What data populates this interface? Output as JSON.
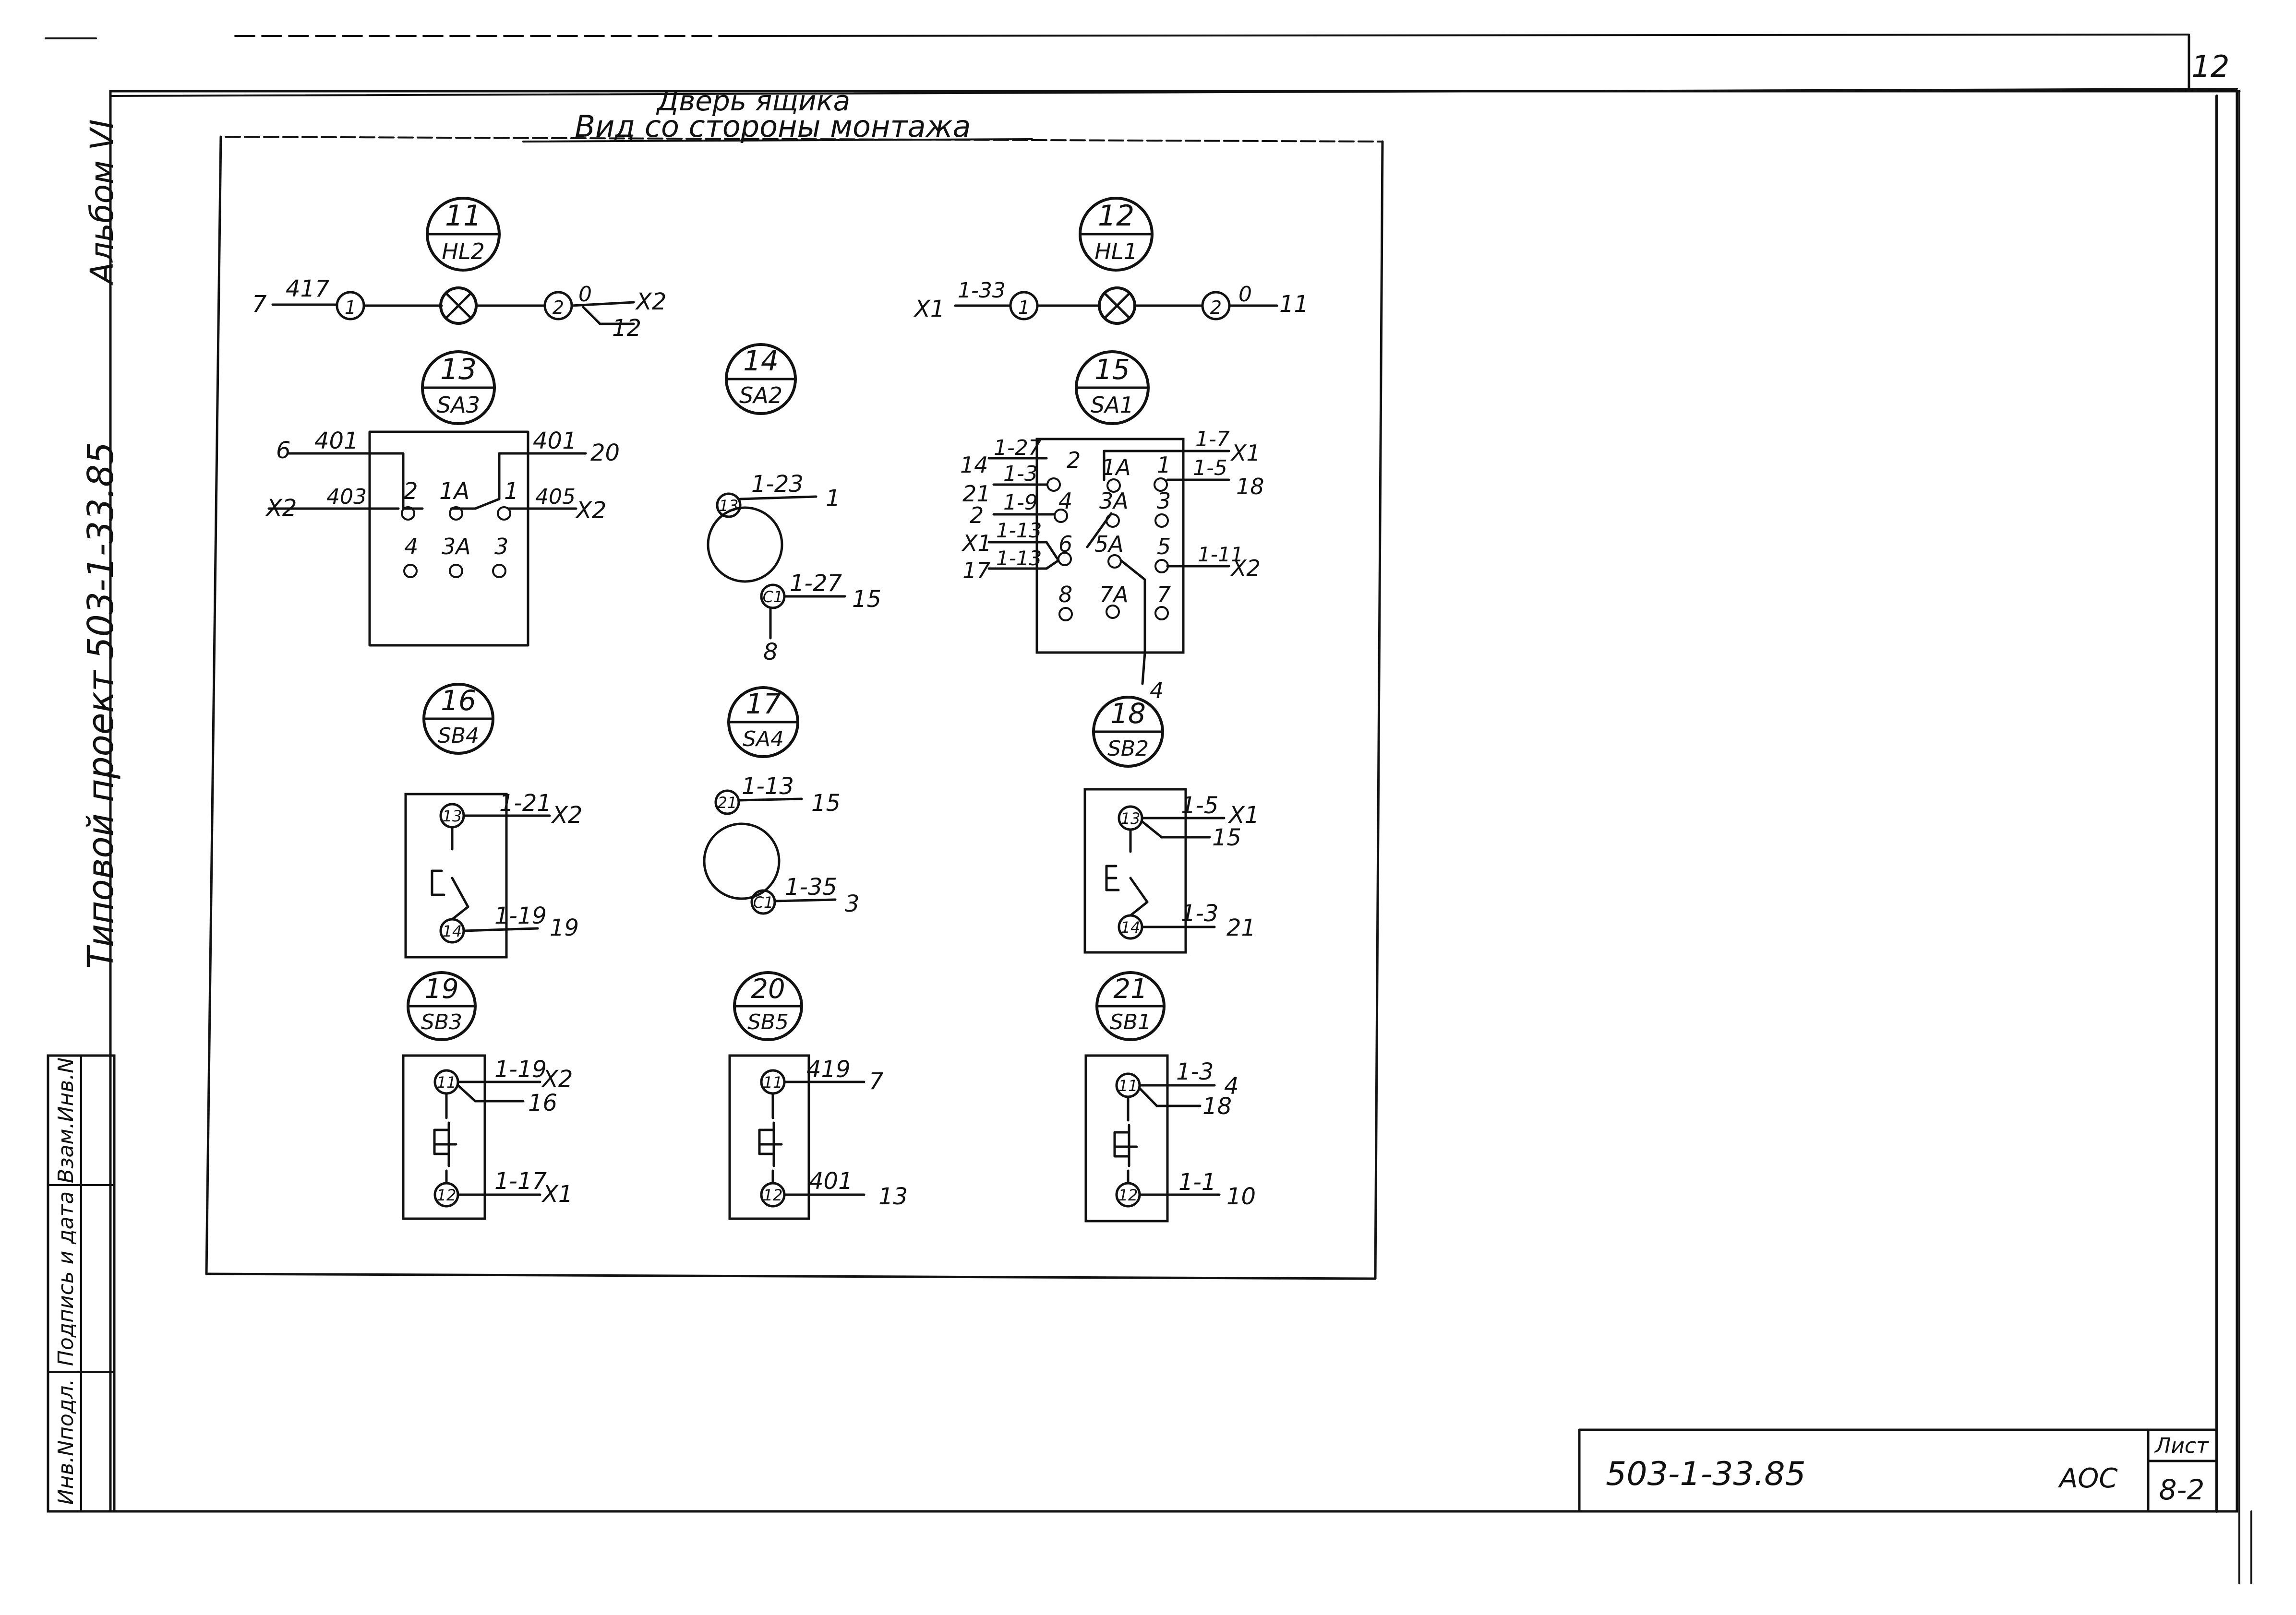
{
  "sheet_number": "12",
  "header": {
    "line1": "Дверь ящика",
    "line2": "Вид со стороны монтажа"
  },
  "side": {
    "album": "Альбом VI",
    "project": "Типовой проект 503-1-33.85",
    "cells": [
      "Инв.Nподл.",
      "Подпись и дата",
      "Взам.Инв.N"
    ]
  },
  "title_block": {
    "code": "503-1-33.85",
    "stage": "АОС",
    "sheet_label": "Лист",
    "sheet": "8-2"
  },
  "devices": [
    {
      "num": "11",
      "ref": "HL2",
      "type": "lamp",
      "labels": [
        "7",
        "417",
        "1",
        "2",
        "0",
        "X2",
        "12"
      ]
    },
    {
      "num": "12",
      "ref": "HL1",
      "type": "lamp",
      "labels": [
        "X1",
        "1-33",
        "1",
        "2",
        "0",
        "11"
      ]
    },
    {
      "num": "13",
      "ref": "SA3",
      "type": "switch",
      "labels": [
        "6",
        "401",
        "401",
        "20",
        "X2",
        "403",
        "2",
        "1A",
        "1",
        "405",
        "X2",
        "4",
        "3A",
        "3"
      ]
    },
    {
      "num": "14",
      "ref": "SA2",
      "type": "rotary",
      "labels": [
        "13",
        "1-23",
        "1",
        "C1",
        "1-27",
        "15",
        "8"
      ]
    },
    {
      "num": "15",
      "ref": "SA1",
      "type": "switch",
      "labels": [
        "14",
        "1-27",
        "2",
        "1A",
        "1",
        "1-7",
        "X1",
        "21",
        "1-3",
        "1-5",
        "18",
        "2",
        "1-9",
        "4",
        "3A",
        "3",
        "X1",
        "1-13",
        "6",
        "5A",
        "5",
        "1-11",
        "X2",
        "17",
        "1-13",
        "8",
        "7A",
        "7",
        "4"
      ]
    },
    {
      "num": "16",
      "ref": "SB4",
      "type": "button",
      "labels": [
        "13",
        "1-21",
        "X2",
        "14",
        "1-19",
        "19"
      ]
    },
    {
      "num": "17",
      "ref": "SA4",
      "type": "rotary",
      "labels": [
        "21",
        "1-13",
        "15",
        "C1",
        "1-35",
        "3"
      ]
    },
    {
      "num": "18",
      "ref": "SB2",
      "type": "button",
      "labels": [
        "13",
        "1-5",
        "X1",
        "15",
        "14",
        "1-3",
        "21"
      ]
    },
    {
      "num": "19",
      "ref": "SB3",
      "type": "button2",
      "labels": [
        "11",
        "1-19",
        "X2",
        "16",
        "12",
        "1-17",
        "X1"
      ]
    },
    {
      "num": "20",
      "ref": "SB5",
      "type": "button2",
      "labels": [
        "11",
        "419",
        "7",
        "12",
        "401",
        "13"
      ]
    },
    {
      "num": "21",
      "ref": "SB1",
      "type": "button2",
      "labels": [
        "11",
        "1-3",
        "4",
        "18",
        "12",
        "1-1",
        "10"
      ]
    }
  ]
}
